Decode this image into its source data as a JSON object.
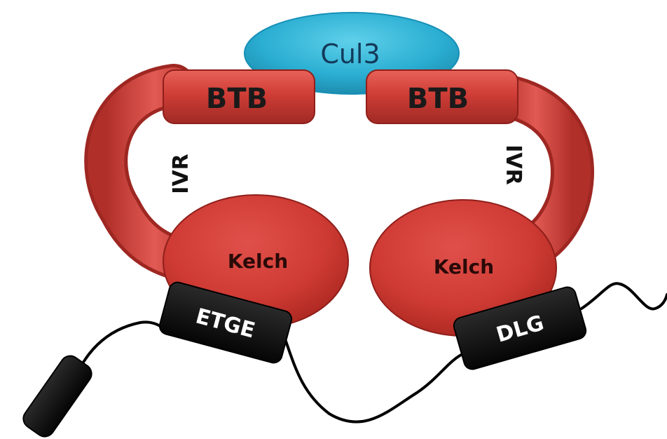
{
  "diagram": {
    "cul3": {
      "label": "Cul3"
    },
    "btb_left": {
      "label": "BTB"
    },
    "btb_right": {
      "label": "BTB"
    },
    "ivr_left": {
      "label": "IVR"
    },
    "ivr_right": {
      "label": "IVR"
    },
    "kelch_left": {
      "label": "Kelch"
    },
    "kelch_right": {
      "label": "Kelch"
    },
    "etge": {
      "label": "ETGE"
    },
    "dlg": {
      "label": "DLG"
    }
  },
  "colors": {
    "cul3_fill": "#27a9cf",
    "domain_red": "#cf3d36",
    "domain_red_dark": "#8f1f1b",
    "motif_black": "#111111",
    "chain_black": "#000000"
  }
}
